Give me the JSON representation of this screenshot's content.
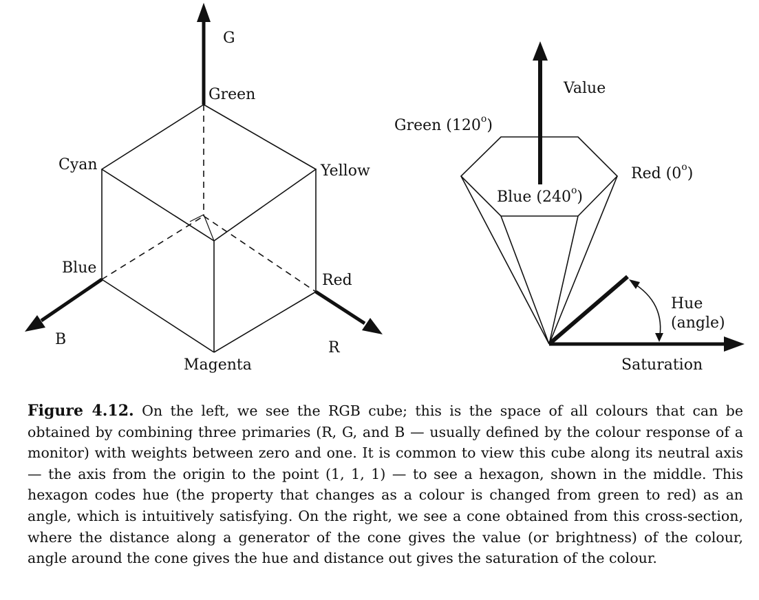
{
  "cube": {
    "axis_g": "G",
    "axis_b": "B",
    "axis_r": "R",
    "vertex_green": "Green",
    "vertex_cyan": "Cyan",
    "vertex_yellow": "Yellow",
    "vertex_blue": "Blue",
    "vertex_red": "Red",
    "vertex_magenta": "Magenta"
  },
  "cone": {
    "value_label": "Value",
    "green_label": "Green (120",
    "blue_label": "Blue (240",
    "red_label": "Red (0",
    "degree_mark": "o",
    "close_paren": ")",
    "hue_label": "Hue",
    "hue_sub": "(angle)",
    "saturation_label": "Saturation"
  },
  "caption": {
    "label": "Figure 4.12.",
    "text": "On the left, we see the RGB cube; this is the space of all colours that can be obtained by combining three primaries (R, G, and B — usually defined by the colour response of a monitor) with weights between zero and one. It is common to view this cube along its neutral axis — the axis from the origin to the point (1, 1, 1) — to see a hexagon, shown in the middle. This hexagon codes hue (the property that changes as a colour is changed from green to red) as an angle, which is intuitively satisfying. On the right, we see a cone obtained from this cross-section, where the distance along a generator of the cone gives the value (or brightness) of the colour, angle around the cone gives the hue and distance out gives the saturation of the colour."
  }
}
